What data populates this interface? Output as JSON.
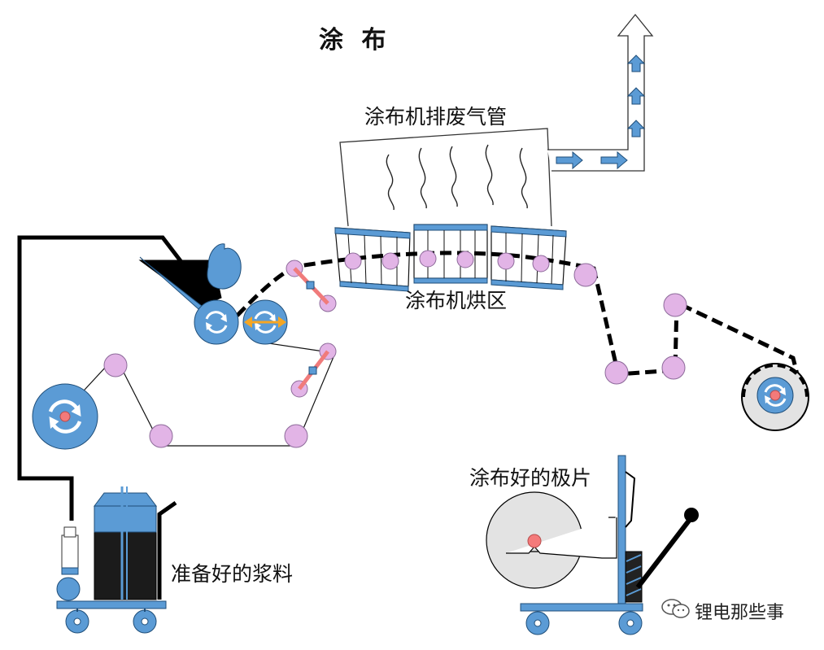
{
  "labels": {
    "title": "涂 布",
    "exhaust_pipe": "涂布机排废气管",
    "dryer_zone": "涂布机烘区",
    "coated_electrode": "涂布好的极片",
    "prepared_slurry": "准备好的浆料",
    "watermark": "锂电那些事"
  },
  "colors": {
    "blue": "#5b9bd5",
    "dark_blue": "#1f4e79",
    "pink_roller": "#e2b4e6",
    "red_core": "#f47a7a",
    "orange_arrow": "#f5a623",
    "gray_roll": "#e3e3e3",
    "black": "#000000"
  }
}
